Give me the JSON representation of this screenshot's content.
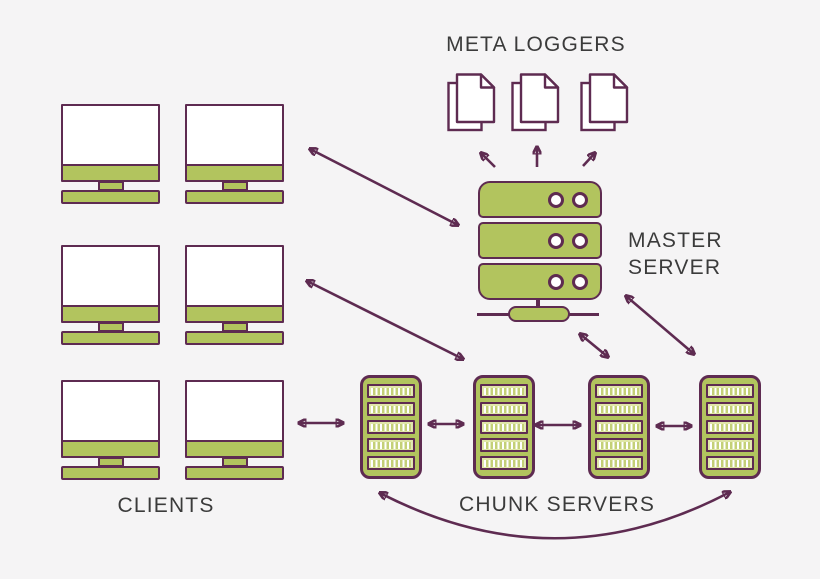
{
  "labels": {
    "meta_loggers": "META LOGGERS",
    "master_server": "MASTER SERVER",
    "clients": "CLIENTS",
    "chunk_servers": "CHUNK SERVERS"
  },
  "colors": {
    "background": "#f5f4f5",
    "shape_fill": "#b2c45e",
    "outline_and_arrows": "#5e2b51",
    "label_text": "#3b3b3b",
    "screen_fill": "#ffffff",
    "slot_fill": "#e0e7a8",
    "slot_stripe": "#ffffff"
  },
  "entities": {
    "clients": {
      "label": "CLIENTS",
      "count": 6,
      "icon": "desktop-monitor-icon",
      "layout": "3 rows x 2 columns"
    },
    "meta_loggers": {
      "label": "META LOGGERS",
      "count": 3,
      "icon": "document-stack-icon"
    },
    "master_server": {
      "label": "MASTER SERVER",
      "count": 1,
      "icon": "server-stack-icon",
      "units": 3,
      "leds_per_unit": 2
    },
    "chunk_servers": {
      "label": "CHUNK SERVERS",
      "count": 4,
      "icon": "server-rack-icon",
      "slots_per_rack": 5
    }
  },
  "connections": [
    {
      "from": "clients-row-1",
      "to": "master-server",
      "type": "bidirectional",
      "style": "straight"
    },
    {
      "from": "clients-row-2",
      "to": "chunk-server-2",
      "type": "bidirectional",
      "style": "straight"
    },
    {
      "from": "clients-row-3",
      "to": "chunk-server-1",
      "type": "bidirectional",
      "style": "straight"
    },
    {
      "from": "master-server",
      "to": "meta-logger-1",
      "type": "one-way",
      "style": "straight"
    },
    {
      "from": "master-server",
      "to": "meta-logger-2",
      "type": "one-way",
      "style": "straight"
    },
    {
      "from": "master-server",
      "to": "meta-logger-3",
      "type": "one-way",
      "style": "straight"
    },
    {
      "from": "master-server",
      "to": "chunk-server-3",
      "type": "bidirectional",
      "style": "straight"
    },
    {
      "from": "master-server",
      "to": "chunk-server-4",
      "type": "bidirectional",
      "style": "straight"
    },
    {
      "from": "chunk-server-1",
      "to": "chunk-server-2",
      "type": "bidirectional",
      "style": "straight"
    },
    {
      "from": "chunk-server-2",
      "to": "chunk-server-3",
      "type": "bidirectional",
      "style": "straight"
    },
    {
      "from": "chunk-server-3",
      "to": "chunk-server-4",
      "type": "bidirectional",
      "style": "straight"
    },
    {
      "from": "chunk-server-1",
      "to": "chunk-server-4",
      "type": "bidirectional",
      "style": "curved"
    }
  ]
}
